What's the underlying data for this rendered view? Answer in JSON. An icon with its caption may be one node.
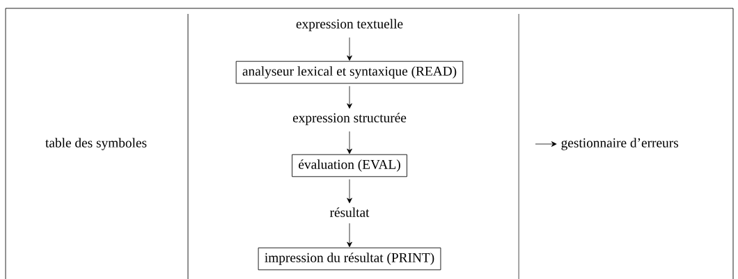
{
  "diagram": {
    "nodes": [
      {
        "text": [
          "table des symboles"
        ]
      },
      {
        "text": [
          "expression textuelle"
        ]
      },
      {
        "text": [
          "analyseur lexical et syntaxique (READ)"
        ]
      },
      {
        "text": [
          "expression structurée"
        ]
      },
      {
        "text": [
          "évaluation (EVAL)"
        ]
      },
      {
        "text": [
          "résultat"
        ]
      },
      {
        "text": [
          "impression du résultat (PRINT)"
        ]
      },
      {
        "text": [
          "gestionnaire d’erreurs"
        ]
      }
    ],
    "edges": [
      {
        "from": 1,
        "to": 2,
        "arrow": "to"
      },
      {
        "from": 2,
        "to": 3,
        "arrow": "to"
      },
      {
        "from": 3,
        "to": 4,
        "arrow": "to"
      },
      {
        "from": 4,
        "to": 5,
        "arrow": "to"
      },
      {
        "from": 5,
        "to": 6,
        "arrow": "to"
      },
      {
        "from": null,
        "to": 7,
        "arrow": "to"
      }
    ]
  }
}
